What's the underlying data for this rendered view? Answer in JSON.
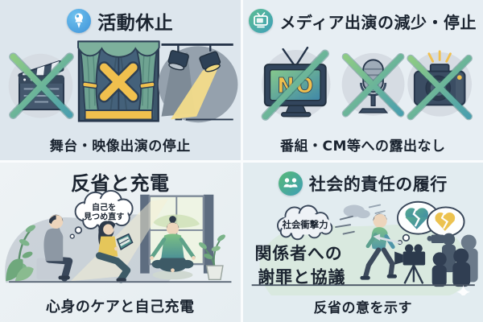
{
  "panels": {
    "activity": {
      "title": "活動休止",
      "caption": "舞台・映像出演の停止"
    },
    "media": {
      "title": "メディア出演の減少・停止",
      "caption": "番組・CM等への露出なし",
      "tv_label": "NO"
    },
    "reflection": {
      "title": "反省と充電",
      "caption": "心身のケアと自己充電",
      "thought_bubble": {
        "line1": "自己を",
        "line2": "見つめ直す"
      }
    },
    "responsibility": {
      "title": "社会的責任の履行",
      "caption": "反省の意を示す",
      "cloud_label": "社会衝撃力",
      "message": {
        "line1": "関係者への",
        "line2": "謝罪と協議"
      }
    }
  },
  "colors": {
    "cross_green": "#7cc47f",
    "cross_teal": "#4a9fae",
    "accent_yellow": "#f0c04e",
    "outline_navy": "#2c3f55",
    "text_dark": "#1b2430",
    "icon_blue": "#46a2e0",
    "icon_teal_green": "#4fb289",
    "curtain_teal": "#6fa392",
    "panel_bg": "#e3ebf0"
  }
}
